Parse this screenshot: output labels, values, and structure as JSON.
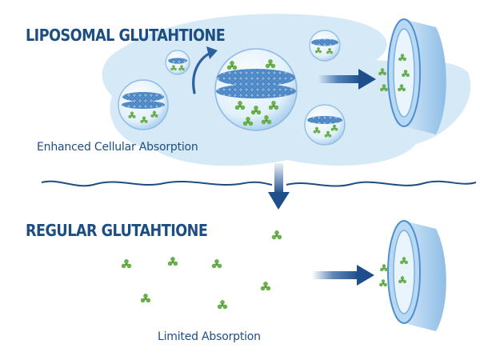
{
  "liposomal": {
    "title": "LIPOSOMAL GLUTAHTIONE",
    "caption": "Enhanced Cellular Absorption"
  },
  "regular": {
    "title": "REGULAR GLUTAHTIONE",
    "caption": "Limited Absorption"
  },
  "colors": {
    "title": "#1d4e82",
    "cloud": "#d5e9f7",
    "lipid": "#4f8fd0",
    "molecule": "#6ab04c",
    "arrow": "#2c5f9e",
    "cell": "#a9cfef"
  }
}
